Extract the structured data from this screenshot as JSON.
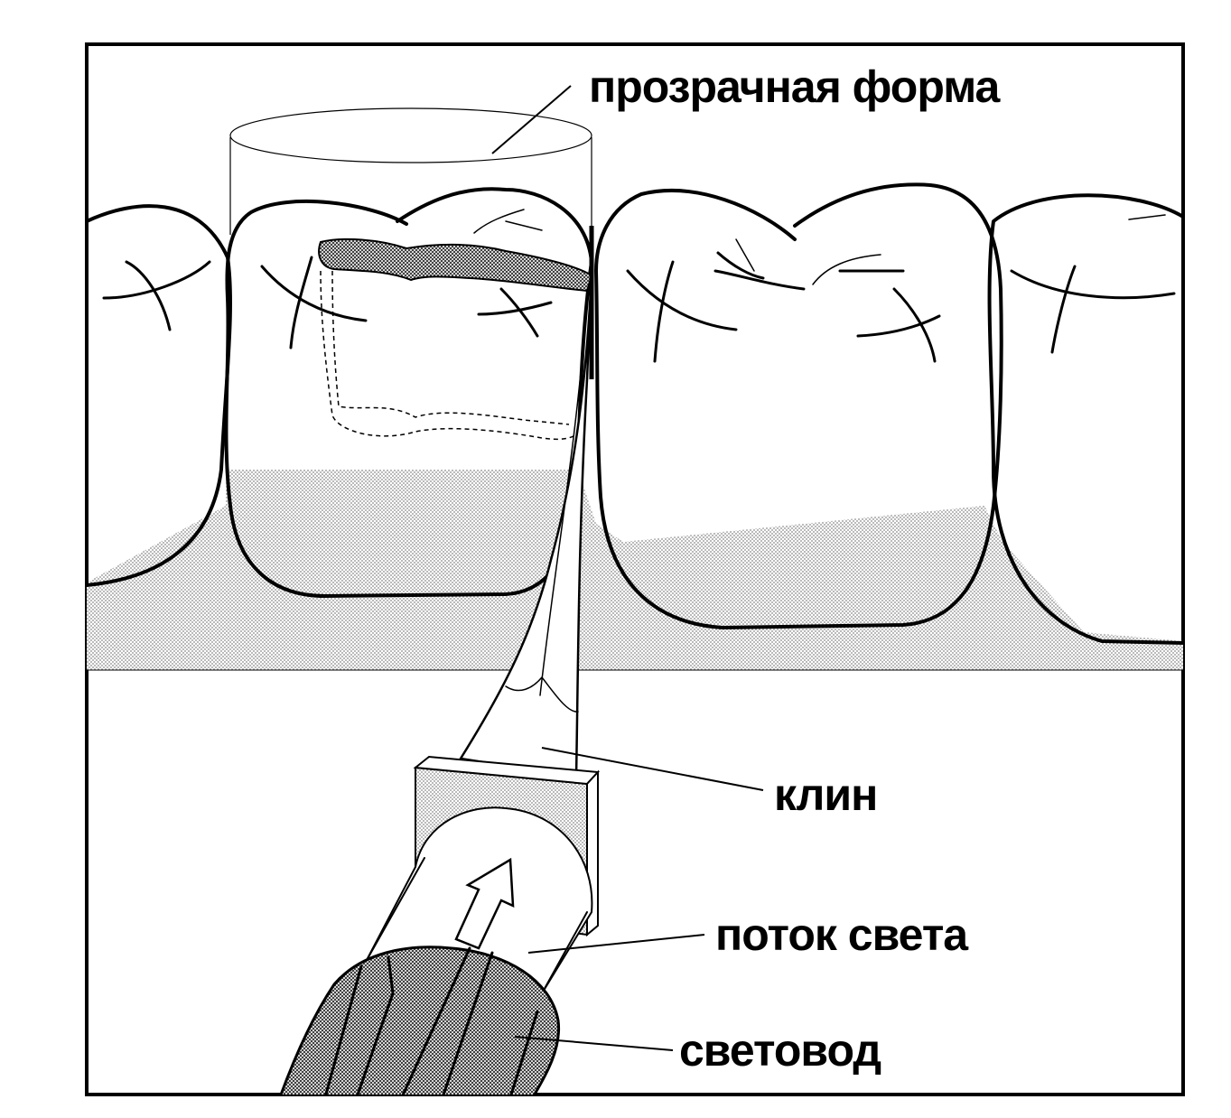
{
  "labels": {
    "transparent_form": "прозрачная форма",
    "wedge": "клин",
    "light_flow": "поток света",
    "light_guide": "световод"
  },
  "colors": {
    "ink": "#000000",
    "paper": "#ffffff",
    "gum_dots": "#9a9a9a"
  }
}
